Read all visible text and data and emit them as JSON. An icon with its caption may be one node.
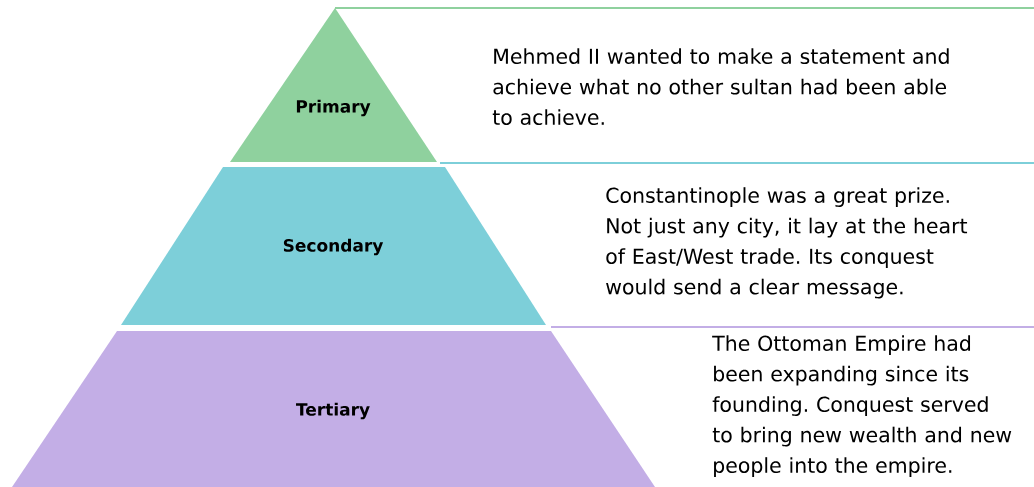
{
  "diagram": {
    "nodes": [
      {
        "text": [
          "Primary"
        ]
      },
      {
        "text": [
          "Secondary"
        ]
      },
      {
        "text": [
          "Tertiary"
        ]
      }
    ],
    "labels": [
      "Mehmed II wanted to make a statement and achieve what no other sultan had been able to achieve.",
      "Constantinople was a great prize. Not just any city, it lay at the heart of East/West trade. Its conquest would send a clear message.",
      "The Ottoman Empire had been expanding since its founding. Conquest served to bring new wealth and new people into the empire."
    ]
  }
}
